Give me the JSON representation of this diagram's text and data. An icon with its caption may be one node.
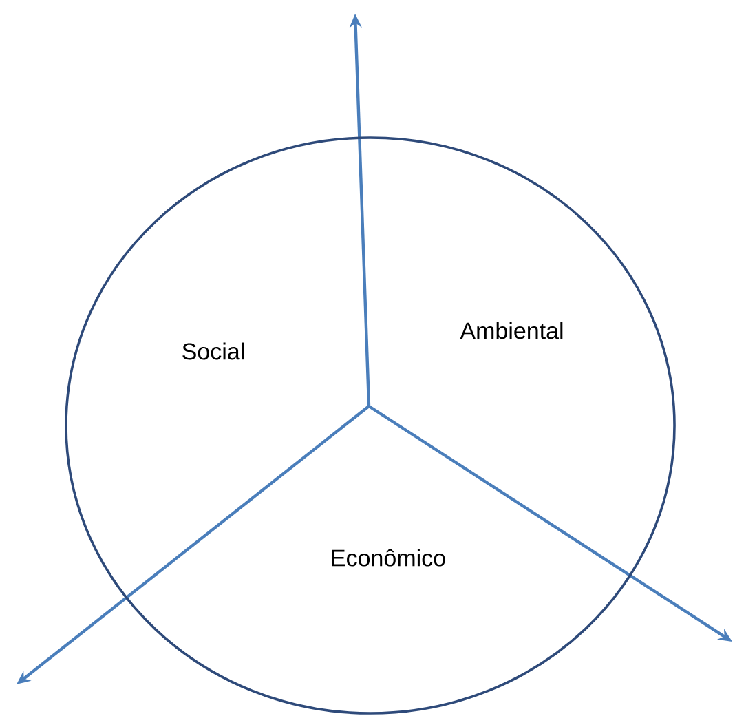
{
  "diagram": {
    "nodes": [
      {
        "text": [
          "Social",
          "Ambiental",
          "Econômico"
        ]
      }
    ]
  }
}
